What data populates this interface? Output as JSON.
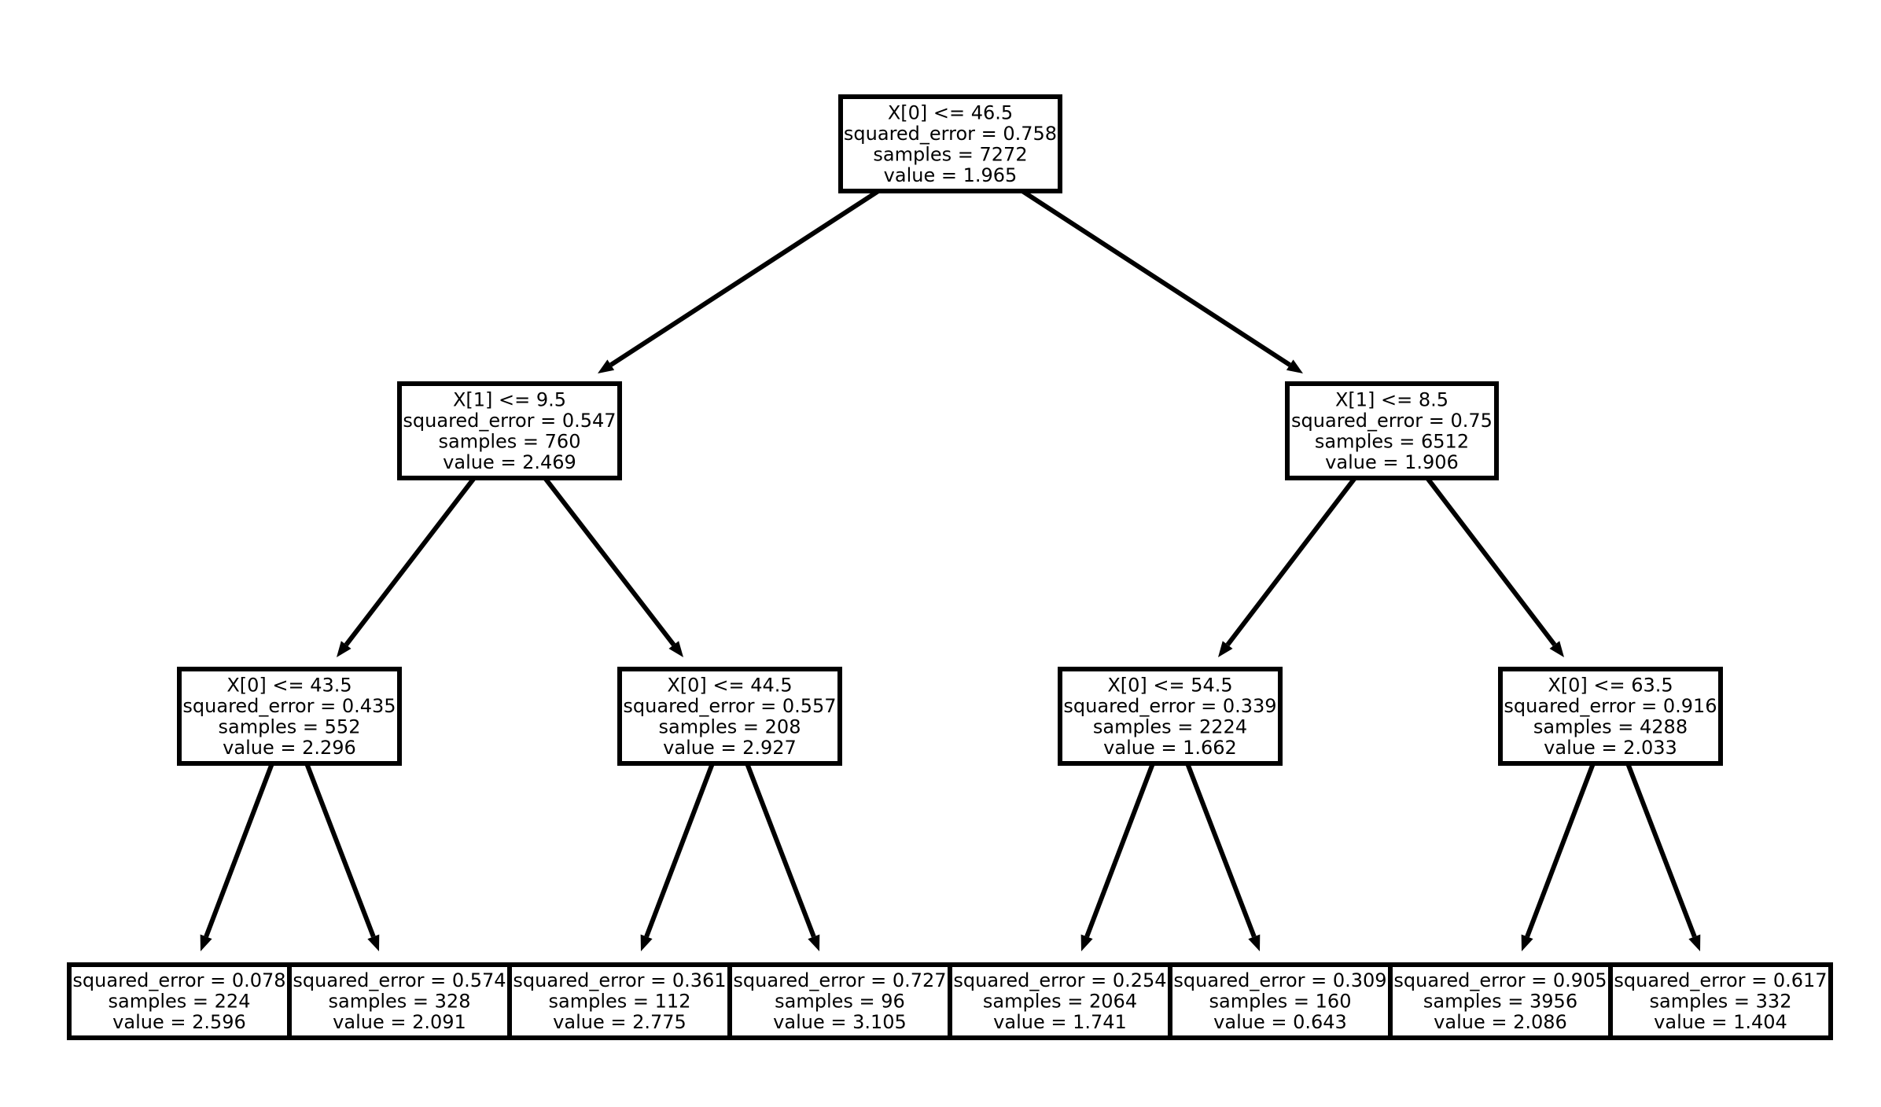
{
  "tree": {
    "nodes": [
      {
        "id": "n0",
        "lines": [
          "X[0] <= 46.5",
          "squared_error = 0.758",
          "samples = 7272",
          "value = 1.965"
        ]
      },
      {
        "id": "n1",
        "lines": [
          "X[1] <= 9.5",
          "squared_error = 0.547",
          "samples = 760",
          "value = 2.469"
        ]
      },
      {
        "id": "n2",
        "lines": [
          "X[1] <= 8.5",
          "squared_error = 0.75",
          "samples = 6512",
          "value = 1.906"
        ]
      },
      {
        "id": "n3",
        "lines": [
          "X[0] <= 43.5",
          "squared_error = 0.435",
          "samples = 552",
          "value = 2.296"
        ]
      },
      {
        "id": "n4",
        "lines": [
          "X[0] <= 44.5",
          "squared_error = 0.557",
          "samples = 208",
          "value = 2.927"
        ]
      },
      {
        "id": "n5",
        "lines": [
          "X[0] <= 54.5",
          "squared_error = 0.339",
          "samples = 2224",
          "value = 1.662"
        ]
      },
      {
        "id": "n6",
        "lines": [
          "X[0] <= 63.5",
          "squared_error = 0.916",
          "samples = 4288",
          "value = 2.033"
        ]
      },
      {
        "id": "n7",
        "lines": [
          "squared_error = 0.078",
          "samples = 224",
          "value = 2.596"
        ]
      },
      {
        "id": "n8",
        "lines": [
          "squared_error = 0.574",
          "samples = 328",
          "value = 2.091"
        ]
      },
      {
        "id": "n9",
        "lines": [
          "squared_error = 0.361",
          "samples = 112",
          "value = 2.775"
        ]
      },
      {
        "id": "n10",
        "lines": [
          "squared_error = 0.727",
          "samples = 96",
          "value = 3.105"
        ]
      },
      {
        "id": "n11",
        "lines": [
          "squared_error = 0.254",
          "samples = 2064",
          "value = 1.741"
        ]
      },
      {
        "id": "n12",
        "lines": [
          "squared_error = 0.309",
          "samples = 160",
          "value = 0.643"
        ]
      },
      {
        "id": "n13",
        "lines": [
          "squared_error = 0.905",
          "samples = 3956",
          "value = 2.086"
        ]
      },
      {
        "id": "n14",
        "lines": [
          "squared_error = 0.617",
          "samples = 332",
          "value = 1.404"
        ]
      }
    ],
    "edges": [
      {
        "from": "n0",
        "to": "n1"
      },
      {
        "from": "n0",
        "to": "n2"
      },
      {
        "from": "n1",
        "to": "n3"
      },
      {
        "from": "n1",
        "to": "n4"
      },
      {
        "from": "n2",
        "to": "n5"
      },
      {
        "from": "n2",
        "to": "n6"
      },
      {
        "from": "n3",
        "to": "n7"
      },
      {
        "from": "n3",
        "to": "n8"
      },
      {
        "from": "n4",
        "to": "n9"
      },
      {
        "from": "n4",
        "to": "n10"
      },
      {
        "from": "n5",
        "to": "n11"
      },
      {
        "from": "n5",
        "to": "n12"
      },
      {
        "from": "n6",
        "to": "n13"
      },
      {
        "from": "n6",
        "to": "n14"
      }
    ]
  }
}
